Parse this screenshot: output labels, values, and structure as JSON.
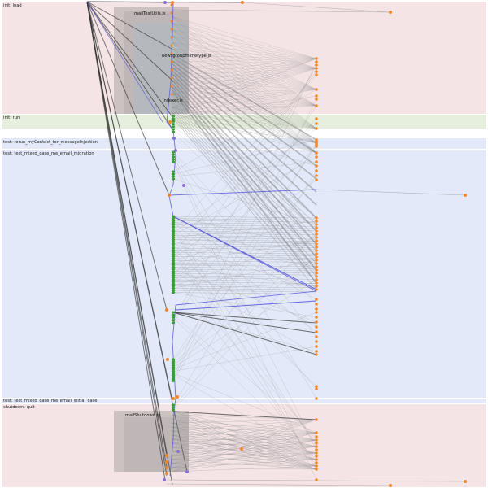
{
  "colors": {
    "init_band": "#f4e4e6",
    "run_band": "#e6eedd",
    "test_band": "#e3e9f8",
    "file_box": "#c9c0c0",
    "file_box_inner": "#b5b8bc",
    "orange_node": "#f0862a",
    "green_node": "#3c9a3c",
    "blue_edge": "#5a5ad8",
    "gray_edge": "#8a8a8a",
    "dark_edge": "#333333"
  },
  "phases": [
    {
      "id": "init-load",
      "label": "init: load"
    },
    {
      "id": "init-run",
      "label": "init: run"
    },
    {
      "id": "test-rerun",
      "label": "test: rerun_myContact_for_messageInjection"
    },
    {
      "id": "test-migration",
      "label": "test: test_mixed_case_me_email_migration"
    },
    {
      "id": "test-initial",
      "label": "test: test_mixed_case_me_email_initial_case"
    },
    {
      "id": "shutdown-quit",
      "label": "shutdown: quit"
    }
  ],
  "files": [
    {
      "id": "mailtestutils",
      "label": "mailTestUtils.js"
    },
    {
      "id": "mimetype",
      "label": "newsgroupmimetype.js"
    },
    {
      "id": "indexer",
      "label": "indexer.js"
    },
    {
      "id": "shutdown",
      "label": "mailShutdown.js"
    }
  ]
}
